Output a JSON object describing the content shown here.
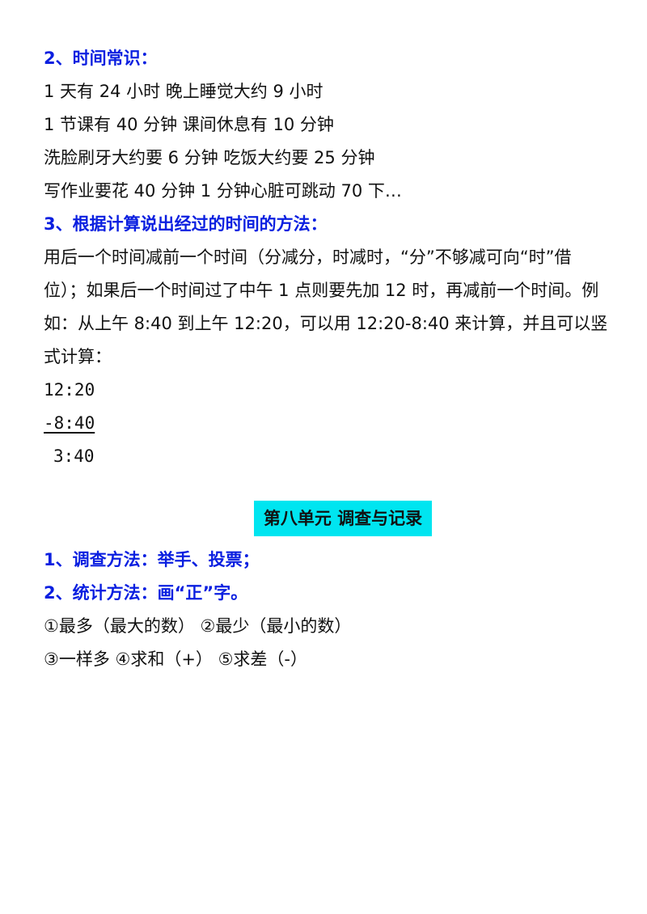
{
  "time_knowledge": {
    "heading": "2、时间常识：",
    "lines": [
      "1 天有 24 小时 晚上睡觉大约 9 小时",
      "1 节课有 40 分钟 课间休息有 10 分钟",
      "洗脸刷牙大约要 6 分钟 吃饭大约要 25 分钟",
      "写作业要花 40 分钟 1 分钟心脏可跳动 70 下…"
    ]
  },
  "elapsed_time": {
    "heading": "3、根据计算说出经过的时间的方法：",
    "paragraph": "用后一个时间减前一个时间（分减分，时减时，“分”不够减可向“时”借位）；如果后一个时间过了中午 1 点则要先加 12 时，再减前一个时间。例如：从上午 8:40 到上午 12:20，可以用 12:20-8:40 来计算，并且可以竖式计算：",
    "calc": {
      "minuend": "12:20",
      "subtrahend": "-8:40",
      "result": " 3:40"
    }
  },
  "unit8": {
    "title": "第八单元  调查与记录",
    "heading1": "1、调查方法：举手、投票；",
    "heading2": "2、统计方法：画“正”字。",
    "line1": "①最多（最大的数） ②最少（最小的数）",
    "line2": "③一样多 ④求和（+）  ⑤求差（-）"
  }
}
